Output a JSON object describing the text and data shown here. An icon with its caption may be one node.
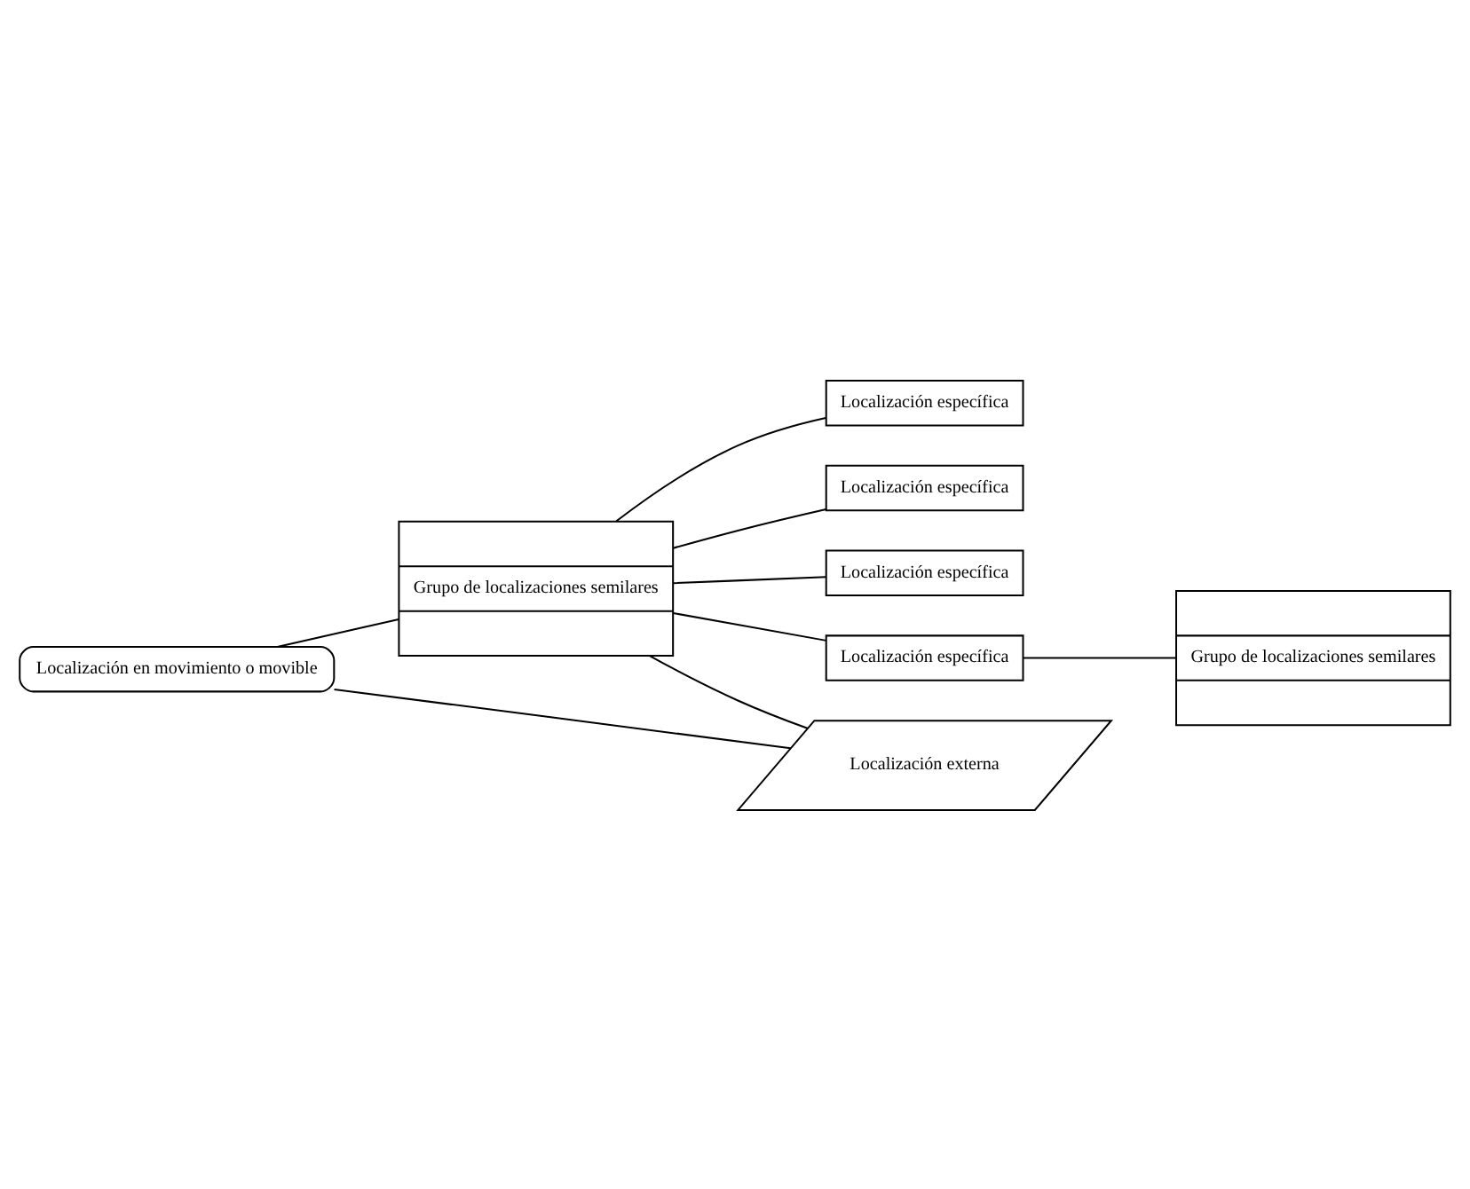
{
  "diagram": {
    "nodes": [
      {
        "text": [
          "Localización en movimiento o movible"
        ]
      },
      {
        "text": [
          "Localización específica"
        ]
      },
      {
        "text": [
          "Grupo de localizaciones semilares"
        ]
      },
      {
        "text": [
          "Localización específica"
        ]
      },
      {
        "text": [
          "Localización específica"
        ]
      },
      {
        "text": [
          "Localización externa"
        ]
      },
      {
        "text": [
          "Localización específica"
        ]
      },
      {
        "text": [
          "Grupo de localizaciones semilares"
        ]
      }
    ],
    "edges": [
      {
        "from": 0,
        "to": 2,
        "arrow": "none"
      },
      {
        "from": 0,
        "to": 5,
        "arrow": "none"
      },
      {
        "from": 2,
        "to": 1,
        "arrow": "none"
      },
      {
        "from": 2,
        "to": 3,
        "arrow": "none"
      },
      {
        "from": 2,
        "to": 4,
        "arrow": "none"
      },
      {
        "from": 2,
        "to": 5,
        "arrow": "none"
      },
      {
        "from": 2,
        "to": 6,
        "arrow": "none"
      },
      {
        "from": 6,
        "to": 7,
        "arrow": "none"
      }
    ]
  }
}
